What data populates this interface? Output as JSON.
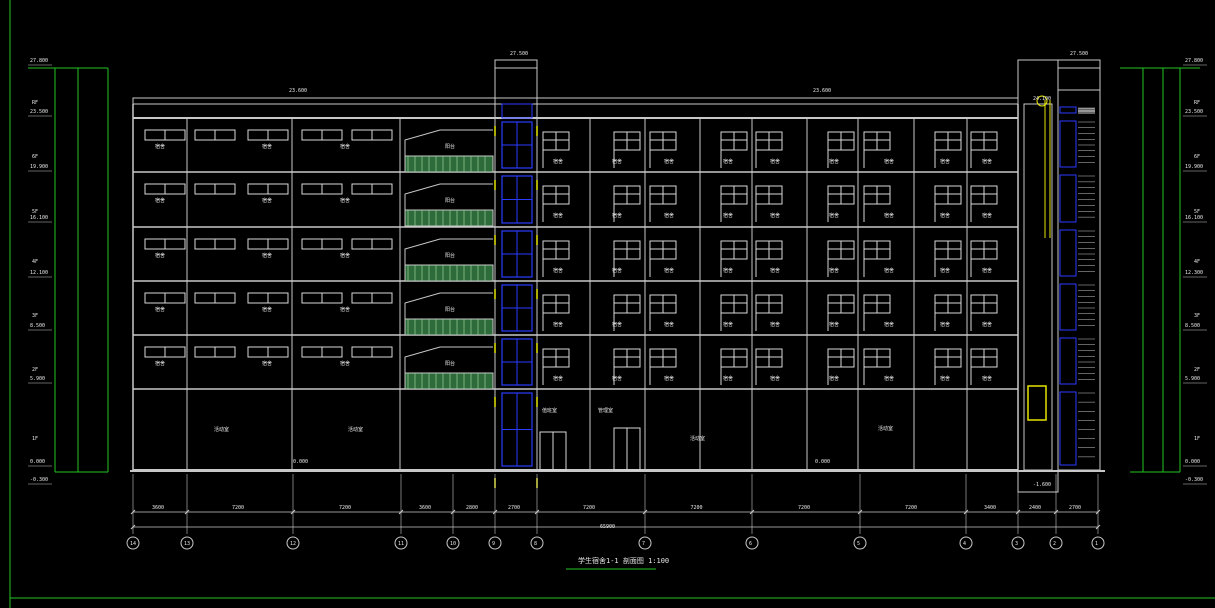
{
  "title": "学生宿舍1-1 剖面图 1:100",
  "colors": {
    "background": "#000000",
    "linework": "#c8c8c8",
    "window": "#d8d8d8",
    "stair_blue": "#2a3cff",
    "balcony_green": "#2e6b3a",
    "frame_green": "#22c322",
    "marker_yellow": "#e6e600"
  },
  "elevations_left": [
    "27.800",
    "23.500",
    "19.900",
    "16.100",
    "12.100",
    "8.500",
    "5.900",
    "0.000",
    "-0.300"
  ],
  "elevations_right": [
    "27.800",
    "23.500",
    "19.900",
    "16.100",
    "12.300",
    "8.500",
    "5.900",
    "0.000",
    "-0.300"
  ],
  "floor_labels_left": [
    "RF",
    "6F",
    "5F",
    "4F",
    "3F",
    "2F",
    "1F"
  ],
  "floor_labels_right": [
    "RF",
    "6F",
    "5F",
    "4F",
    "3F",
    "2F",
    "1F"
  ],
  "top_marks": {
    "left_roof": "23.600",
    "stair_top_left": "27.500",
    "right_roof": "23.600",
    "stair_top_right": "27.500",
    "ground_left": "0.000",
    "ground_right": "0.000",
    "pit": "-1.600",
    "right_tower_top": "24.100"
  },
  "bay_dims": [
    "3600",
    "7200",
    "7200",
    "3600",
    "2800",
    "2700",
    "7200",
    "7200",
    "7200",
    "7200",
    "3400",
    "2400",
    "2700"
  ],
  "total_dim": "65900",
  "axes": [
    "14",
    "13",
    "12",
    "11",
    "10",
    "9",
    "8",
    "7",
    "6",
    "5",
    "4",
    "3",
    "2",
    "1"
  ],
  "room_labels": {
    "left": "宿舍",
    "right": "宿舍",
    "ground_1": "活动室",
    "ground_2": "活动室",
    "ground_3": "值班室",
    "ground_4": "管理室",
    "ground_5": "活动室",
    "ground_6": "活动室",
    "balcony": "阳台"
  }
}
